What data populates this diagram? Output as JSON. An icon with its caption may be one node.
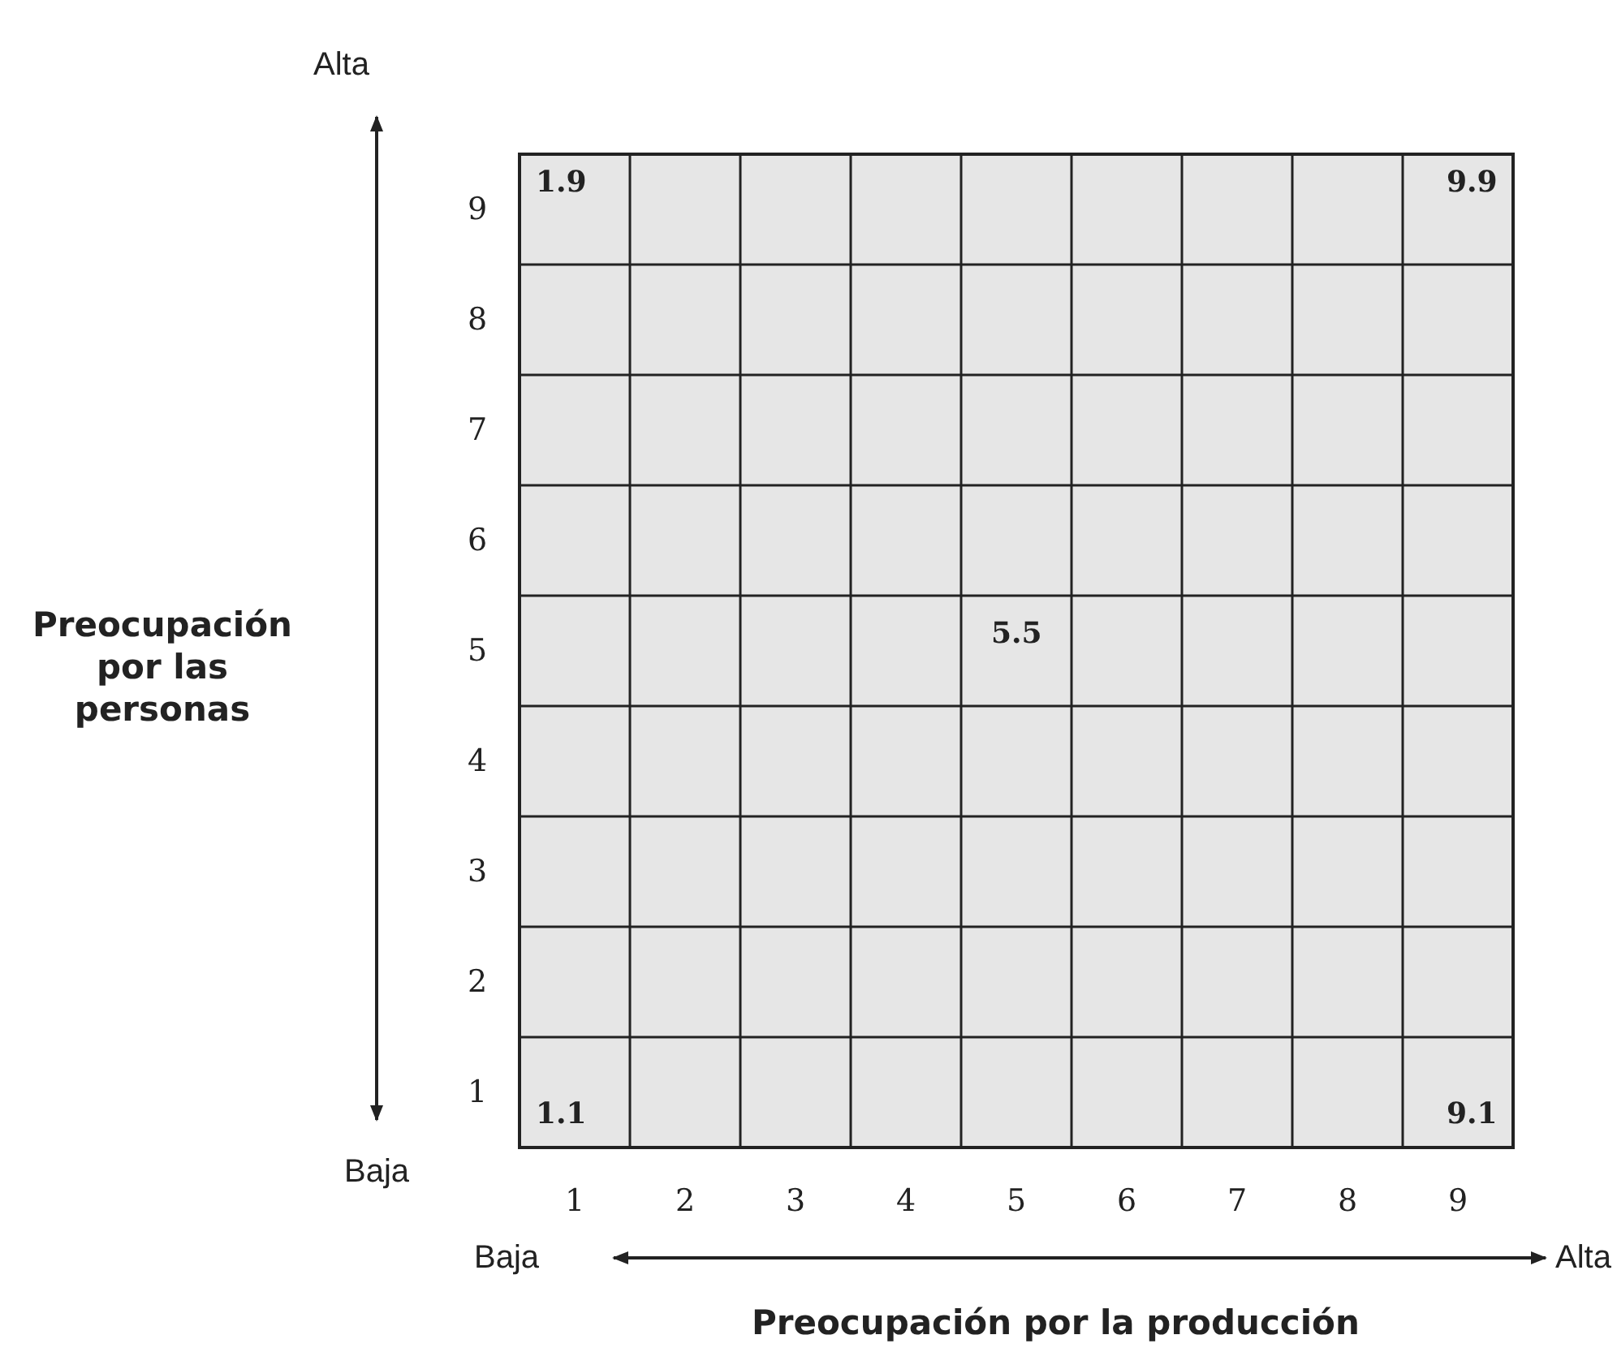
{
  "diagram": {
    "labels": [
      "Alta",
      "9",
      "1.9",
      "9.9",
      "8",
      "7",
      "6",
      "Preocupación por las personas",
      "5",
      "5.5",
      "4",
      "3",
      "2",
      "1",
      "1.1",
      "9.1",
      "Baja",
      "1",
      "2",
      "3",
      "4",
      "5",
      "6",
      "7",
      "8",
      "9",
      "Baja",
      "Alta",
      "Preocupación por la producción"
    ]
  }
}
